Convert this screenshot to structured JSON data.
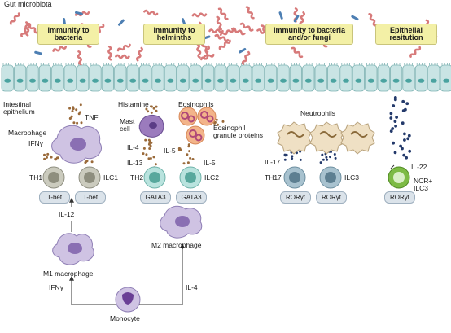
{
  "gut_microbiota": "Gut microbiota",
  "banners": {
    "bacteria": "Immunity to bacteria",
    "helminths": "Immunity to helminths",
    "bacteria_fungi": "Immunity to bacteria and/or fungi",
    "epithelial": "Epithelial resitution"
  },
  "intestinal_epithelium": "Intestinal epithelium",
  "left": {
    "tnf": "TNF",
    "macrophage": "Macrophage",
    "ifng": "IFNγ",
    "th1": "TH1",
    "ilc1": "ILC1",
    "tbet_1": "T-bet",
    "tbet_2": "T-bet",
    "il12": "IL-12",
    "m1": "M1 macrophage"
  },
  "middle": {
    "histamine": "Histamine",
    "eosinophils": "Eosinophils",
    "mast_cell": "Mast cell",
    "eos_granule": "Eosinophil granule proteins",
    "il4": "IL-4",
    "il5a": "IL-5",
    "il13": "IL-13",
    "il5b": "IL-5",
    "th2": "TH2",
    "ilc2": "ILC2",
    "gata3_1": "GATA3",
    "gata3_2": "GATA3",
    "m2": "M2 macrophage"
  },
  "right": {
    "neutrophils": "Neutrophils",
    "il17": "IL-17",
    "th17": "TH17",
    "ilc3": "ILC3",
    "rorgt_1": "RORγt",
    "rorgt_2": "RORγt"
  },
  "far_right": {
    "il22": "IL-22",
    "ncr_ilc3": "NCR+ ILC3",
    "rorgt": "RORγt"
  },
  "bottom": {
    "monocyte": "Monocyte",
    "ifng": "IFNγ",
    "il4": "IL-4"
  },
  "colors": {
    "epithelium_cell": "#c9e4e4",
    "epithelium_nucleus": "#4aa3a0",
    "banner": "#f3f0a6",
    "t_cell": "#cbcbbe",
    "gata3_cell": "#b9e3de",
    "ror_cell": "#a8c2cf",
    "ncr_cell": "#7dbb45",
    "macrophage": "#cfc3e3",
    "mast_cell": "#9b7bbd",
    "eosinophil": "#f3b48a",
    "neutrophil": "#efe0c4",
    "bacteria": "#d77a7a",
    "dots_brown": "#9a6a3a",
    "dots_navy": "#243a6b"
  }
}
